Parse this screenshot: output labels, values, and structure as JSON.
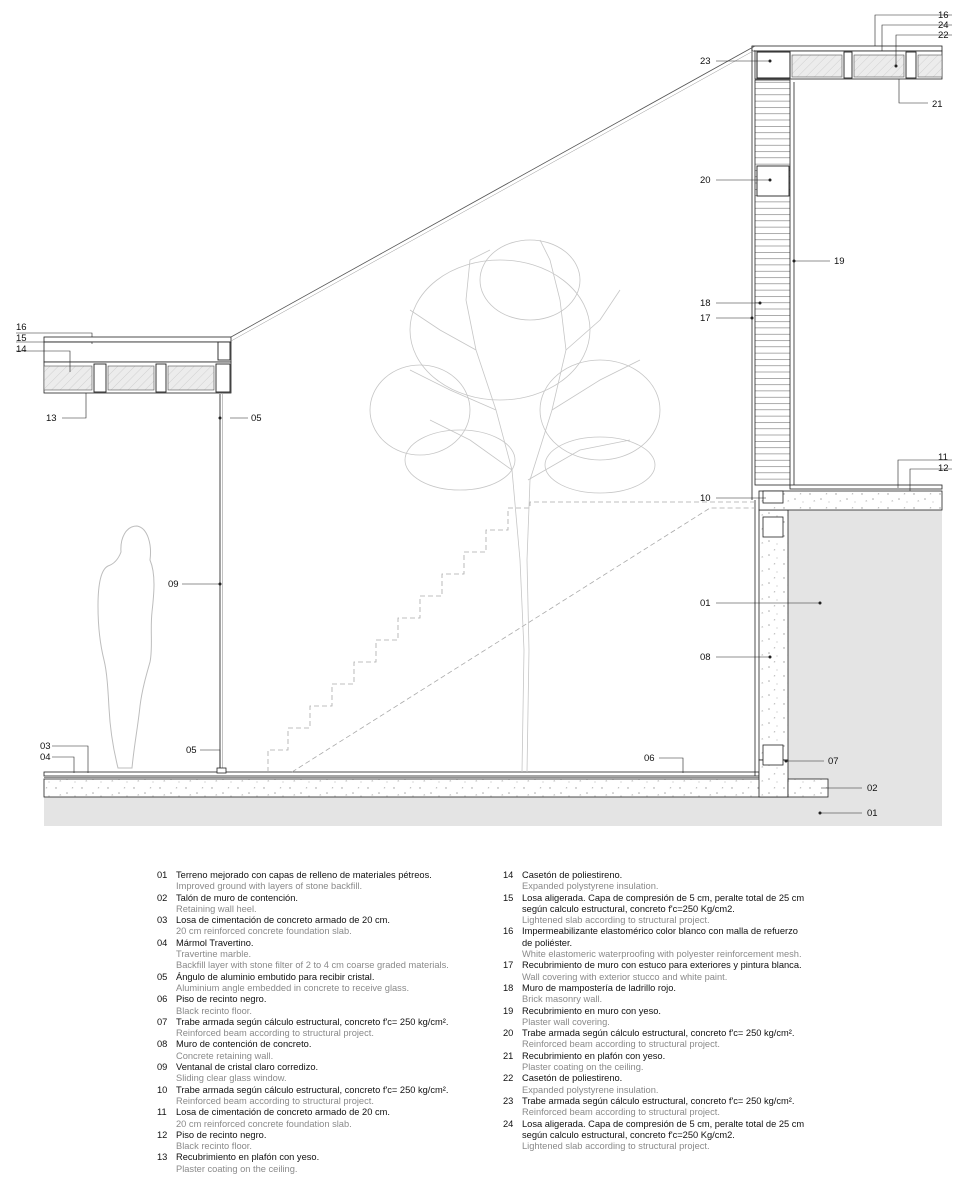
{
  "callouts": {
    "c01a": "01",
    "c01b": "01",
    "c02": "02",
    "c03": "03",
    "c04": "04",
    "c05a": "05",
    "c05b": "05",
    "c06": "06",
    "c07": "07",
    "c08": "08",
    "c09": "09",
    "c10": "10",
    "c11": "11",
    "c12": "12",
    "c13": "13",
    "c14": "14",
    "c15": "15",
    "c16a": "16",
    "c16b": "16",
    "c17": "17",
    "c18": "18",
    "c19": "19",
    "c20": "20",
    "c21": "21",
    "c22": "22",
    "c23": "23",
    "c24": "24"
  },
  "legend_left": [
    {
      "num": "01",
      "es": [
        "Terreno mejorado con capas de relleno de materiales pétreos."
      ],
      "en": [
        "Improved ground with layers of stone backfill."
      ]
    },
    {
      "num": "02",
      "es": [
        "Talón de muro de contención."
      ],
      "en": [
        "Retaining wall heel."
      ]
    },
    {
      "num": "03",
      "es": [
        "Losa de cimentación de concreto armado de 20 cm."
      ],
      "en": [
        "20 cm reinforced concrete foundation slab."
      ]
    },
    {
      "num": "04",
      "es": [
        "Mármol Travertino."
      ],
      "en": [
        "Travertine marble.",
        "Backfill layer with stone filter of 2 to 4 cm coarse graded materials."
      ]
    },
    {
      "num": "05",
      "es": [
        "Ángulo de aluminio embutido para recibir cristal."
      ],
      "en": [
        "Aluminium angle embedded in concrete to receive glass."
      ]
    },
    {
      "num": "06",
      "es": [
        "Piso de recinto negro."
      ],
      "en": [
        "Black recinto floor."
      ]
    },
    {
      "num": "07",
      "es": [
        "Trabe armada según cálculo estructural, concreto f'c= 250 kg/cm²."
      ],
      "en": [
        "Reinforced beam according to structural project."
      ]
    },
    {
      "num": "08",
      "es": [
        "Muro de contención de concreto."
      ],
      "en": [
        "Concrete retaining wall."
      ]
    },
    {
      "num": "09",
      "es": [
        "Ventanal de cristal claro corredizo."
      ],
      "en": [
        "Sliding clear glass window."
      ]
    },
    {
      "num": "10",
      "es": [
        "Trabe armada según cálculo estructural, concreto f'c= 250 kg/cm²."
      ],
      "en": [
        "Reinforced beam according to structural project."
      ]
    },
    {
      "num": "11",
      "es": [
        "Losa de cimentación de concreto armado de 20 cm."
      ],
      "en": [
        "20 cm reinforced concrete foundation slab."
      ]
    },
    {
      "num": "12",
      "es": [
        "Piso de recinto negro."
      ],
      "en": [
        "Black recinto floor."
      ]
    },
    {
      "num": "13",
      "es": [
        "Recubrimiento en plafón con yeso."
      ],
      "en": [
        "Plaster coating on the ceiling."
      ]
    }
  ],
  "legend_right": [
    {
      "num": "14",
      "es": [
        "Casetón de poliestireno."
      ],
      "en": [
        "Expanded polystyrene insulation."
      ]
    },
    {
      "num": "15",
      "es": [
        "Losa aligerada. Capa de compresión de 5 cm, peralte total de 25 cm",
        "según calculo estructural, concreto f'c=250 Kg/cm2."
      ],
      "en": [
        "Lightened slab according to structural project."
      ]
    },
    {
      "num": "16",
      "es": [
        "Impermeabilizante elastomérico color blanco con malla de refuerzo",
        "de poliéster."
      ],
      "en": [
        "White elastomeric waterproofing with polyester reinforcement mesh."
      ]
    },
    {
      "num": "17",
      "es": [
        "Recubrimiento de muro con estuco para exteriores y pintura blanca."
      ],
      "en": [
        "Wall covering with exterior stucco and white paint."
      ]
    },
    {
      "num": "18",
      "es": [
        "Muro de mampostería de ladrillo rojo."
      ],
      "en": [
        "Brick masonry wall."
      ]
    },
    {
      "num": "19",
      "es": [
        "Recubrimiento en muro con yeso."
      ],
      "en": [
        "Plaster wall covering."
      ]
    },
    {
      "num": "20",
      "es": [
        "Trabe armada según cálculo estructural, concreto f'c= 250 kg/cm²."
      ],
      "en": [
        "Reinforced beam according to structural project."
      ]
    },
    {
      "num": "21",
      "es": [
        "Recubrimiento en plafón con yeso."
      ],
      "en": [
        "Plaster coating on the ceiling."
      ]
    },
    {
      "num": "22",
      "es": [
        "Casetón de poliestireno."
      ],
      "en": [
        "Expanded polystyrene insulation."
      ]
    },
    {
      "num": "23",
      "es": [
        "Trabe armada según cálculo estructural, concreto f'c= 250 kg/cm²."
      ],
      "en": [
        "Reinforced beam according to structural project."
      ]
    },
    {
      "num": "24",
      "es": [
        "Losa aligerada. Capa de compresión de 5 cm, peralte total de 25 cm",
        "según calculo estructural, concreto f'c=250 Kg/cm2."
      ],
      "en": [
        "Lightened slab according to structural project."
      ]
    }
  ]
}
